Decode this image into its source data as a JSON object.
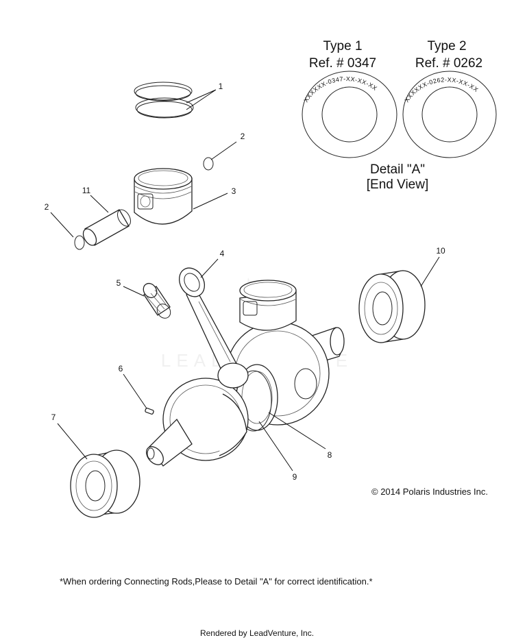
{
  "detail": {
    "type1_title": "Type 1",
    "type1_ref": "Ref. # 0347",
    "type1_marking": "XXXXXX-0347-XX-XX-XX",
    "type2_title": "Type 2",
    "type2_ref": "Ref. # 0262",
    "type2_marking": "XXXXXX-0262-XX-XX-XX",
    "caption_line1": "Detail \"A\"",
    "caption_line2": "[End View]"
  },
  "callouts": {
    "c1": "1",
    "c2a": "2",
    "c2b": "2",
    "c3": "3",
    "c4": "4",
    "c5": "5",
    "c6": "6",
    "c7": "7",
    "c8": "8",
    "c9": "9",
    "c10": "10",
    "c11": "11"
  },
  "watermark": "LEADVENTURE",
  "copyright": "© 2014 Polaris Industries Inc.",
  "footnote": "*When ordering Connecting Rods,Please to Detail \"A\" for correct identification.*",
  "footer": "Rendered by LeadVenture, Inc."
}
